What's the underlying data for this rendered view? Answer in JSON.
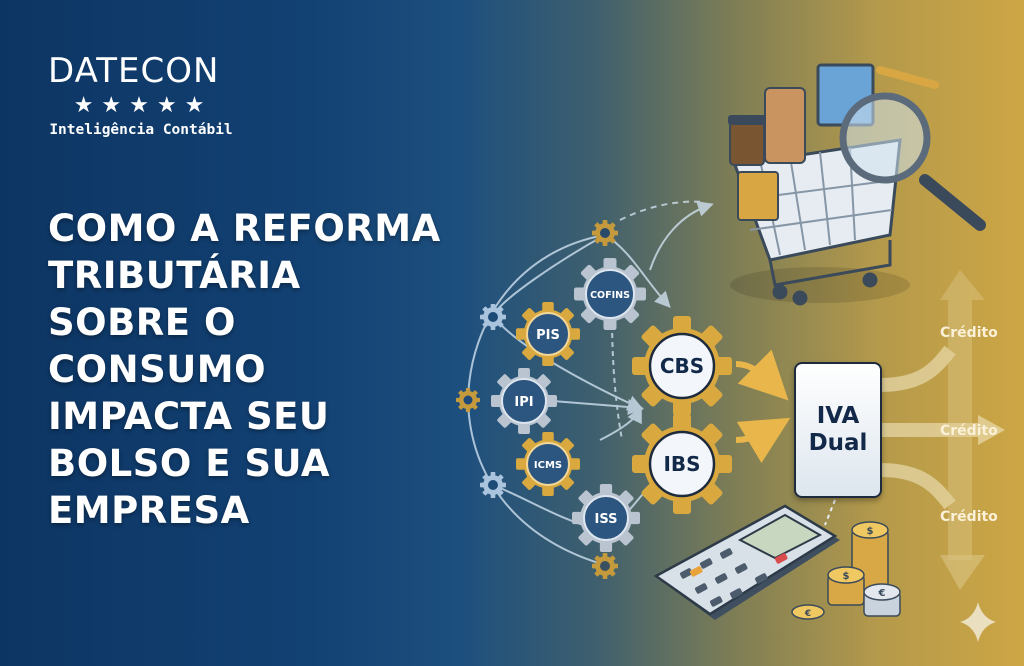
{
  "brand": {
    "name": "DATECON",
    "stars": "★★★★★",
    "tagline": "Inteligência Contábil"
  },
  "headline": {
    "lines": [
      "COMO A REFORMA",
      "TRIBUTÁRIA",
      "SOBRE O",
      "CONSUMO",
      "IMPACTA SEU",
      "BOLSO E SUA",
      "EMPRESA"
    ]
  },
  "diagram": {
    "old_taxes": [
      "COFINS",
      "PIS",
      "IPI",
      "ICMS",
      "ISS"
    ],
    "new_taxes": [
      "CBS",
      "IBS"
    ],
    "result": {
      "line1": "IVA",
      "line2": "Dual"
    },
    "credits": [
      "Crédito",
      "Crédito",
      "Crédito"
    ]
  },
  "illustrations": {
    "cart": "shopping-cart-with-products",
    "magnifier": "magnifying-glass",
    "calculator": "calculator",
    "coins": [
      "$",
      "$",
      "€",
      "€"
    ]
  },
  "colors": {
    "navy": "#0d3563",
    "gold": "#cda645",
    "gear_gold": "#d9a93f",
    "gear_silver": "#b9c4d0",
    "gear_inner": "#2c5580"
  }
}
